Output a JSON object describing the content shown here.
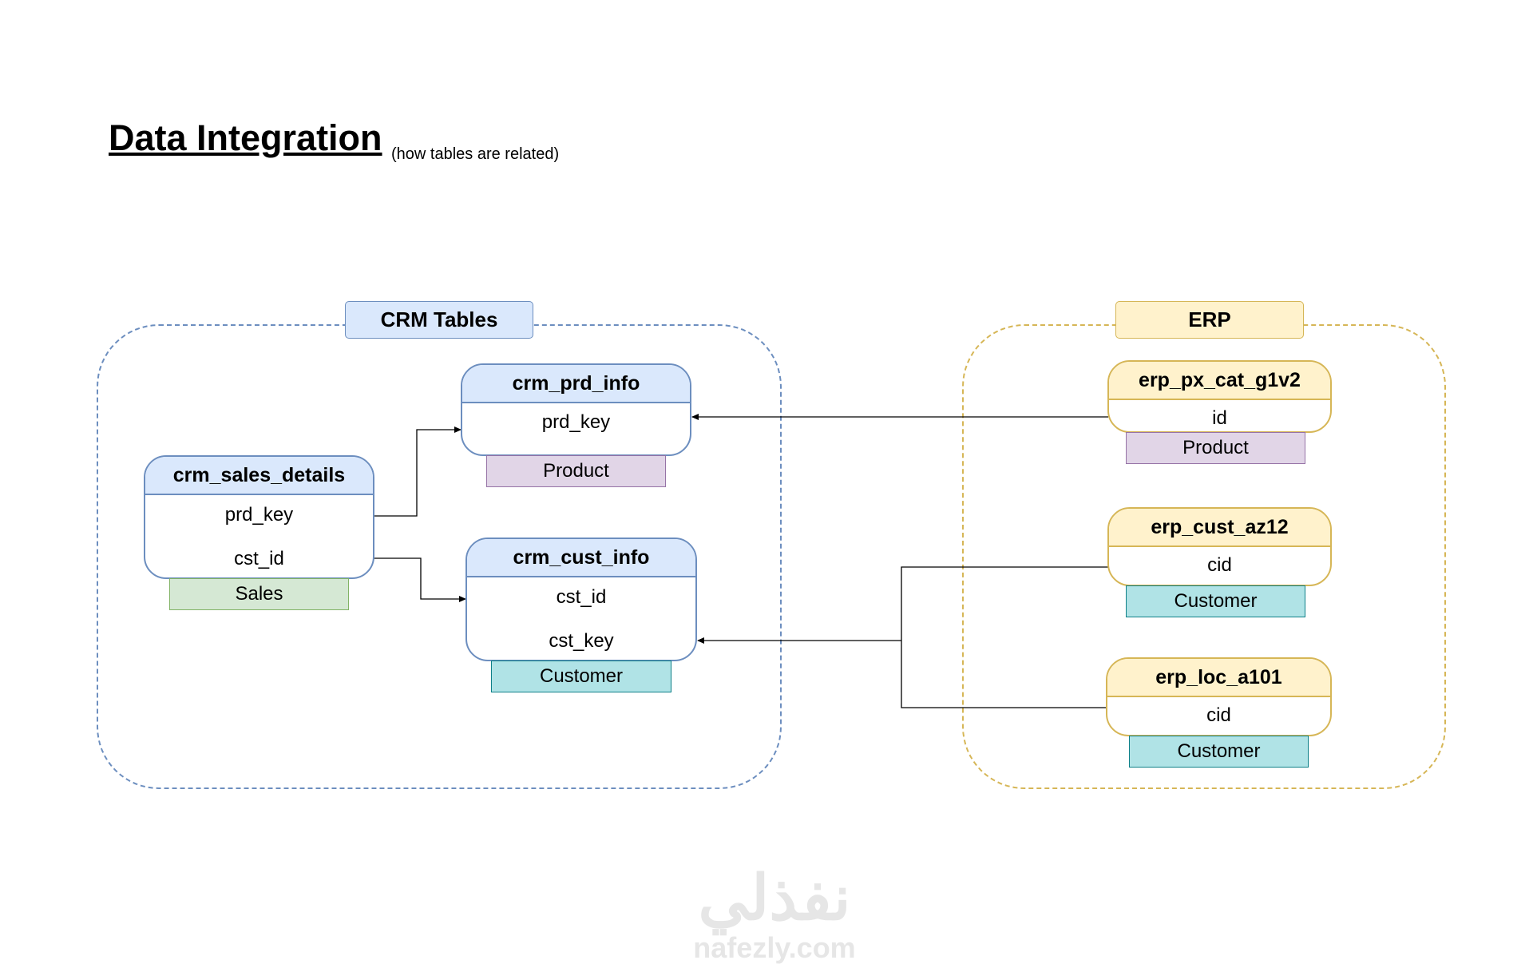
{
  "title": "Data Integration",
  "subtitle": "(how tables are related)",
  "groups": {
    "crm": {
      "label": "CRM Tables",
      "color": "#6c8ebf"
    },
    "erp": {
      "label": "ERP",
      "color": "#d6b656"
    }
  },
  "tables": {
    "crm_prd_info": {
      "name": "crm_prd_info",
      "fields": [
        "prd_key"
      ],
      "tag": "Product"
    },
    "crm_sales_details": {
      "name": "crm_sales_details",
      "fields": [
        "prd_key",
        "cst_id"
      ],
      "tag": "Sales"
    },
    "crm_cust_info": {
      "name": "crm_cust_info",
      "fields": [
        "cst_id",
        "cst_key"
      ],
      "tag": "Customer"
    },
    "erp_px_cat_g1v2": {
      "name": "erp_px_cat_g1v2",
      "fields": [
        "id"
      ],
      "tag": "Product"
    },
    "erp_cust_az12": {
      "name": "erp_cust_az12",
      "fields": [
        "cid"
      ],
      "tag": "Customer"
    },
    "erp_loc_a101": {
      "name": "erp_loc_a101",
      "fields": [
        "cid"
      ],
      "tag": "Customer"
    }
  },
  "tag_colors": {
    "Product": "#e1d5e7",
    "Sales": "#d5e8d4",
    "Customer": "#b0e3e6"
  },
  "watermark": {
    "arabic": "نفذلي",
    "latin": "nafezly.com"
  }
}
